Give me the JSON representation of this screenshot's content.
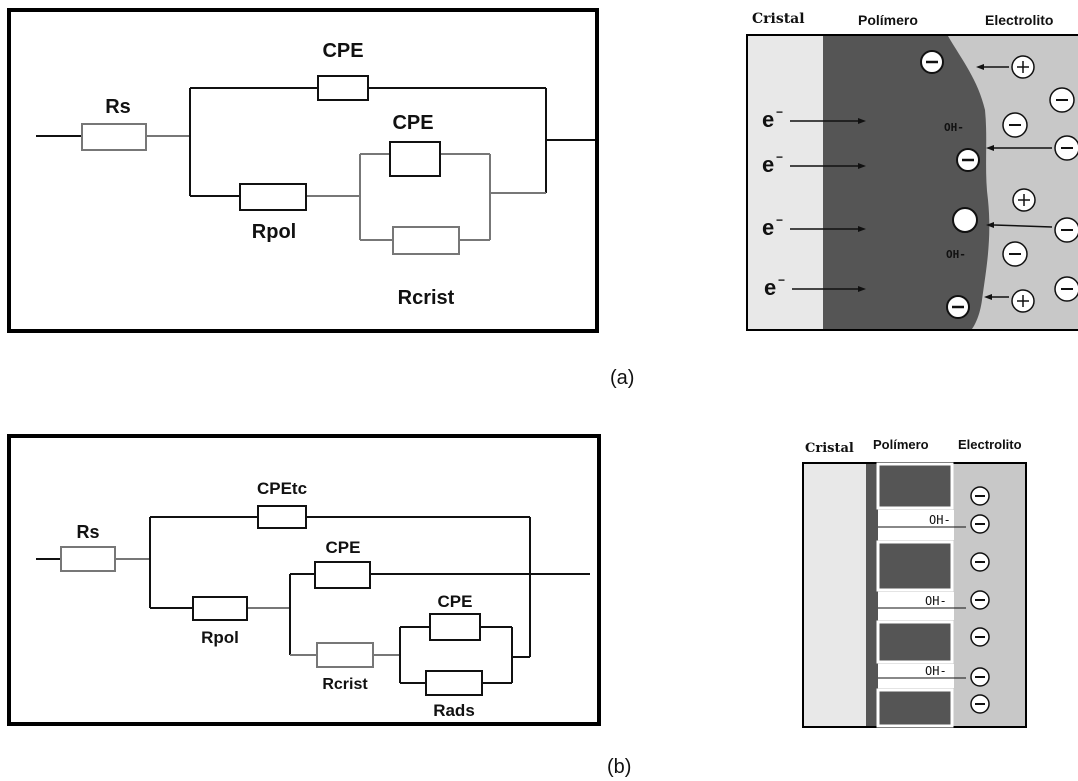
{
  "colors": {
    "ink": "#111111",
    "frame": "#000000",
    "wire_grey": "#777777",
    "crystal": "#e8e8e8",
    "polymer": "#555555",
    "electrolyte": "#c8c8c8"
  },
  "figure_a": {
    "caption": "(a)",
    "circuit": {
      "rs": "Rs",
      "cpe_top": "CPE",
      "cpe_inner": "CPE",
      "rpol": "Rpol",
      "rcrist": "Rcrist"
    },
    "interface": {
      "cristal": "Cristal",
      "polimero": "Polímero",
      "electrolito": "Electrolito",
      "electron": "e",
      "electron_sup": "−",
      "hydroxide": "OH-",
      "minus": "⊖",
      "plus": "⊕"
    }
  },
  "figure_b": {
    "caption": "(b)",
    "circuit": {
      "rs": "Rs",
      "cpetc": "CPEtc",
      "cpe_mid": "CPE",
      "cpe_inner": "CPE",
      "rpol": "Rpol",
      "rcrist": "Rcrist",
      "rads": "Rads"
    },
    "interface": {
      "cristal": "Cristal",
      "polimero": "Polímero",
      "electrolito": "Electrolito",
      "hydroxide": "OH-",
      "minus": "⊖"
    }
  }
}
